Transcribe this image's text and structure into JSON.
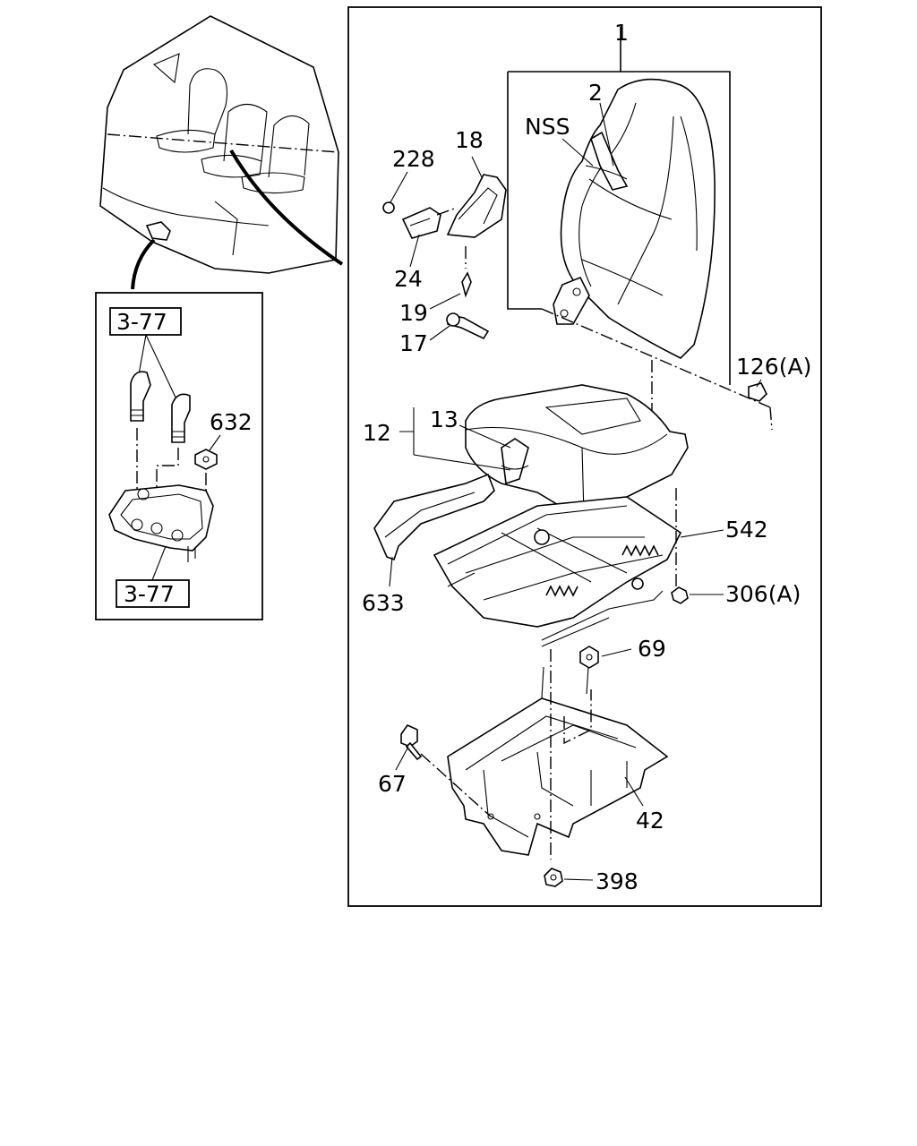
{
  "labels": {
    "p1": "1",
    "p2": "2",
    "nss": "NSS",
    "p18": "18",
    "p228": "228",
    "p24": "24",
    "p19": "19",
    "p17": "17",
    "p126a": "126(A)",
    "p13": "13",
    "p12": "12",
    "p542": "542",
    "p633": "633",
    "p306a": "306(A)",
    "p69": "69",
    "p67": "67",
    "p42": "42",
    "p398": "398",
    "p632": "632",
    "ref_top": "3-77",
    "ref_bottom": "3-77"
  }
}
